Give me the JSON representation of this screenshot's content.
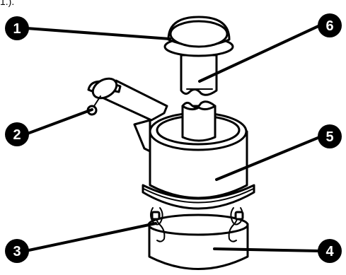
{
  "top_fragment_text": "1.).",
  "callouts": [
    {
      "number": "1"
    },
    {
      "number": "2"
    },
    {
      "number": "3"
    },
    {
      "number": "4"
    },
    {
      "number": "5"
    },
    {
      "number": "6"
    }
  ],
  "colors": {
    "ink": "#000000",
    "fill": "#ffffff",
    "badge_text": "#ffffff"
  }
}
